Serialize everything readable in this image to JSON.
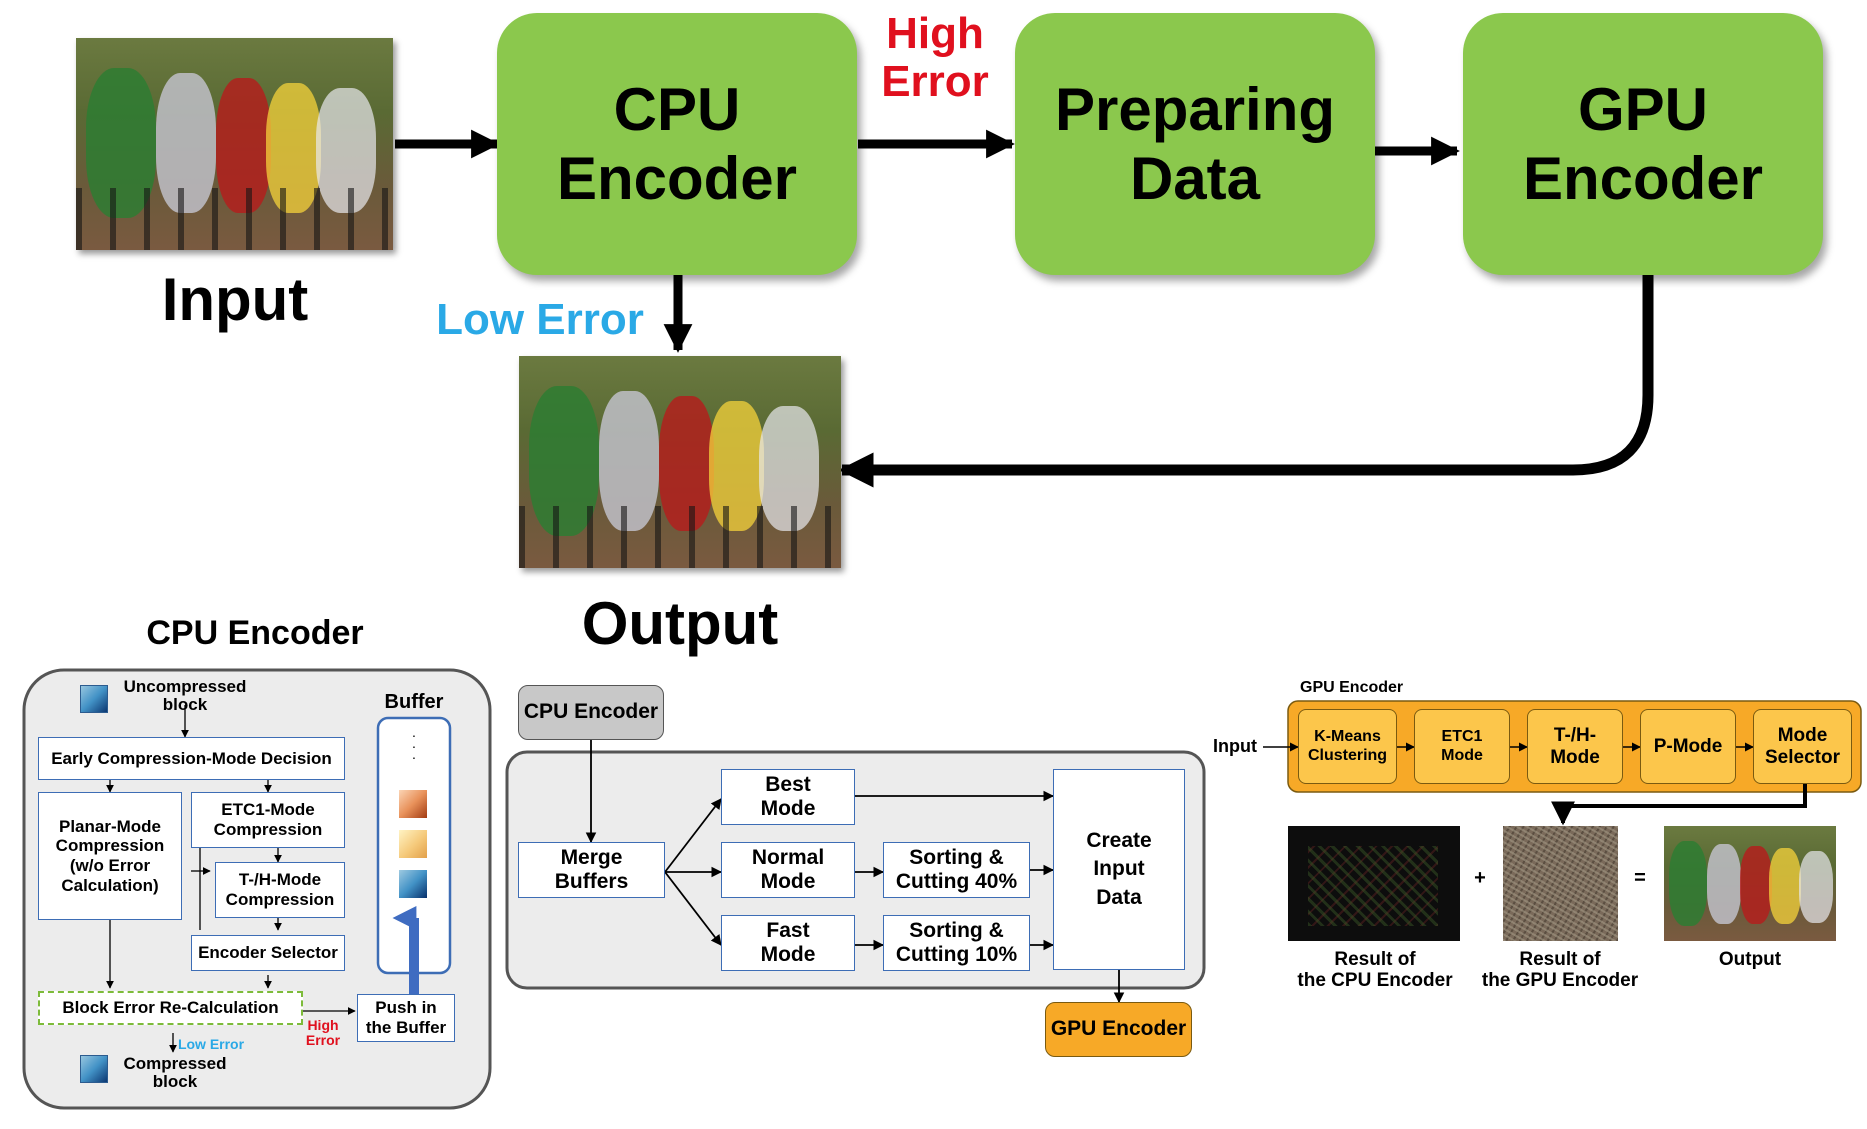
{
  "top_flow": {
    "input_label": "Input",
    "output_label": "Output",
    "cpu_encoder": [
      "CPU",
      "Encoder"
    ],
    "preparing_data": [
      "Preparing",
      "Data"
    ],
    "gpu_encoder": [
      "GPU",
      "Encoder"
    ],
    "high_error": [
      "High",
      "Error"
    ],
    "low_error": "Low Error"
  },
  "cpu_panel": {
    "title": "CPU Encoder",
    "uncompressed_block": [
      "Uncompressed",
      "block"
    ],
    "early_decision": "Early Compression-Mode Decision",
    "planar_mode": [
      "Planar-Mode",
      "Compression",
      "(w/o Error",
      "Calculation)"
    ],
    "etc1_mode": [
      "ETC1-Mode",
      "Compression"
    ],
    "th_mode": [
      "T-/H-Mode",
      "Compression"
    ],
    "encoder_selector": "Encoder Selector",
    "block_error": "Block Error Re-Calculation",
    "low_error": "Low Error",
    "high_error": [
      "High",
      "Error"
    ],
    "push_buffer": [
      "Push in",
      "the Buffer"
    ],
    "compressed_block": [
      "Compressed",
      "block"
    ],
    "buffer_title": "Buffer",
    "buffer_dots": "·\n·\n·"
  },
  "middle_panel": {
    "cpu_encoder": "CPU Encoder",
    "merge_buffers": [
      "Merge",
      "Buffers"
    ],
    "best_mode": [
      "Best",
      "Mode"
    ],
    "normal_mode": [
      "Normal",
      "Mode"
    ],
    "fast_mode": [
      "Fast",
      "Mode"
    ],
    "sorting_40": [
      "Sorting &",
      "Cutting 40%"
    ],
    "sorting_10": [
      "Sorting &",
      "Cutting 10%"
    ],
    "create_input": [
      "Create",
      "Input",
      "Data"
    ],
    "gpu_encoder": "GPU Encoder"
  },
  "gpu_panel": {
    "title": "GPU Encoder",
    "input": "Input",
    "kmeans": [
      "K-Means",
      "Clustering"
    ],
    "etc1": [
      "ETC1",
      "Mode"
    ],
    "th": [
      "T-/H-",
      "Mode"
    ],
    "pmode": "P-Mode",
    "mode_selector": [
      "Mode",
      "Selector"
    ],
    "plus": "+",
    "equals": "=",
    "result_cpu": [
      "Result of",
      "the CPU Encoder"
    ],
    "result_gpu": [
      "Result of",
      "the GPU Encoder"
    ],
    "output": "Output"
  },
  "colors": {
    "green_box": "#8bc84d",
    "high_error_red": "#e0101e",
    "low_error_blue": "#2aa9e6",
    "gpu_orange": "#f7a927",
    "panel_grey": "#ececec",
    "box_border_blue": "#3d6db5"
  }
}
